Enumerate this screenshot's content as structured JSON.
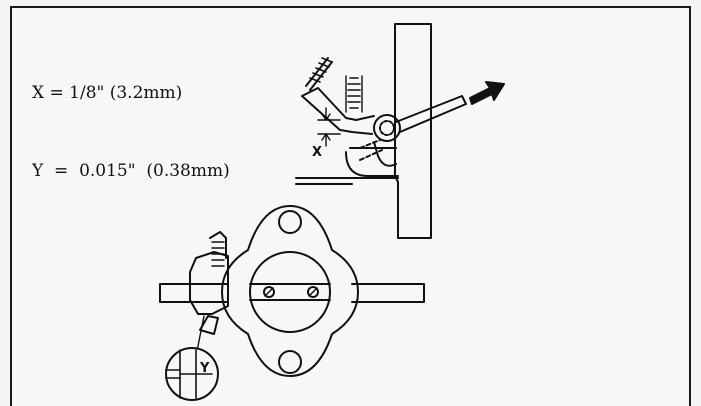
{
  "legend": {
    "line_x": "X = 1/8\" (3.2mm)",
    "line_y": "Y  =  0.015\"  (0.38mm)"
  },
  "callouts": {
    "x_label": "X",
    "y_label": "Y"
  },
  "icons": {
    "arrow": "direction-arrow-icon"
  }
}
